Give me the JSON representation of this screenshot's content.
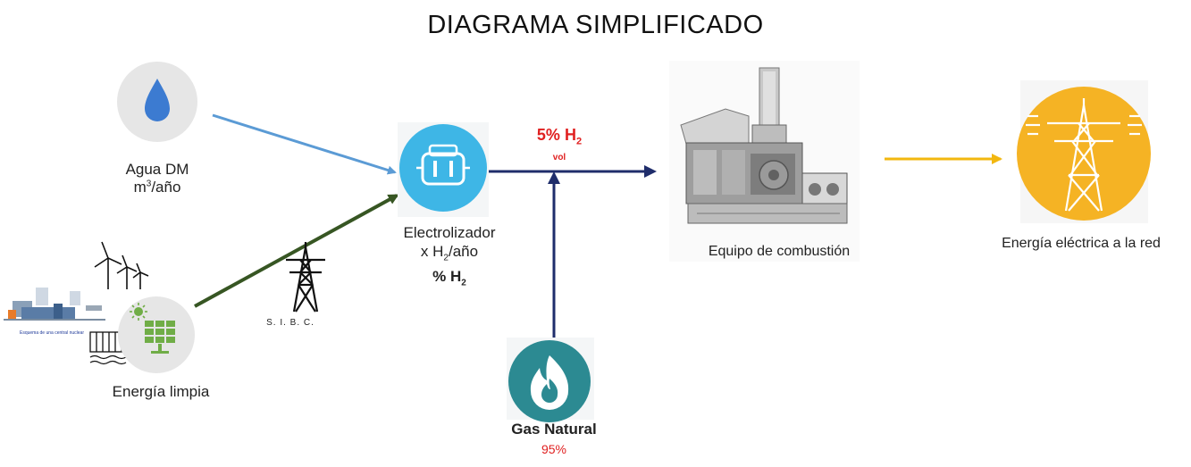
{
  "title": "DIAGRAMA SIMPLIFICADO",
  "nodes": {
    "water": {
      "label_line1": "Agua DM",
      "label_line2_prefix": "m",
      "label_line2_sup": "3",
      "label_line2_suffix": "/año",
      "icon": "water-drop-icon"
    },
    "clean_energy": {
      "label": "Energía limpia",
      "nuclear_caption": "Esquema de una central nuclear",
      "icons": [
        "wind-turbine-icon",
        "solar-panel-icon",
        "dam-icon",
        "nuclear-plant-icon"
      ]
    },
    "grid_small": {
      "label": "S. I. B. C.",
      "icon": "transmission-tower-icon"
    },
    "electrolyzer": {
      "label_line1": "Electrolizador",
      "label_line2_prefix": "x H",
      "label_line2_sub": "2",
      "label_line2_suffix": "/año",
      "label_line3_prefix": "% H",
      "label_line3_sub": "2",
      "icon": "electrolyzer-icon"
    },
    "blend": {
      "value_prefix": "5% H",
      "value_sub": "2",
      "unit": "vol"
    },
    "natural_gas": {
      "label": "Gas Natural",
      "percent": "95%",
      "icon": "flame-icon"
    },
    "combustion": {
      "label": "Equipo de combustión",
      "icon": "gas-turbine-icon"
    },
    "grid_output": {
      "label": "Energía eléctrica a la red",
      "icon": "transmission-tower-icon"
    }
  },
  "colors": {
    "water_arrow": "#5b9bd5",
    "clean_energy_arrow": "#375623",
    "hydrogen_arrow": "#1f2d6b",
    "gas_arrow": "#1f2d6b",
    "output_arrow": "#f2b70f",
    "circle_gray": "#e6e6e6",
    "electrolyzer_blue": "#3eb6e6",
    "gas_teal": "#2c8a92",
    "power_yellow": "#f5b324",
    "accent_red": "#e02020",
    "green_solar": "#70ad47"
  }
}
